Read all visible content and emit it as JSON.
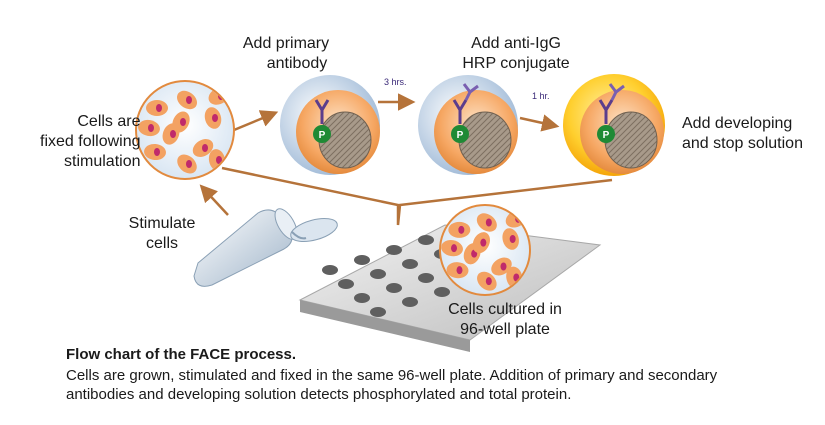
{
  "labels": {
    "fixed": [
      "Cells are",
      "fixed following",
      "stimulation"
    ],
    "primary": [
      "Add primary",
      "antibody"
    ],
    "anti": [
      "Add anti-IgG",
      "HRP conjugate"
    ],
    "developing": [
      "Add developing",
      "and stop solution"
    ],
    "stimulate": [
      "Stimulate",
      "cells"
    ],
    "cultured": [
      "Cells cultured in",
      "96-well plate"
    ]
  },
  "times": {
    "t1": "3 hrs.",
    "t2": "1 hr."
  },
  "phospho_label": "P",
  "caption": {
    "title": "Flow chart of the FACE process.",
    "body": "Cells are grown, stimulated and fixed in the same 96-well plate. Addition of primary and secondary antibodies and developing solution detects phosphorylated and total protein."
  },
  "colors": {
    "arrow": "#b5733a",
    "cell_orange": "#f3a262",
    "cell_ring": "#c9dcef",
    "nucleus": "#c02a6b",
    "antibody": "#5b3d8c",
    "phospho": "#1f8a35",
    "developing_ring": "#f4b400"
  }
}
